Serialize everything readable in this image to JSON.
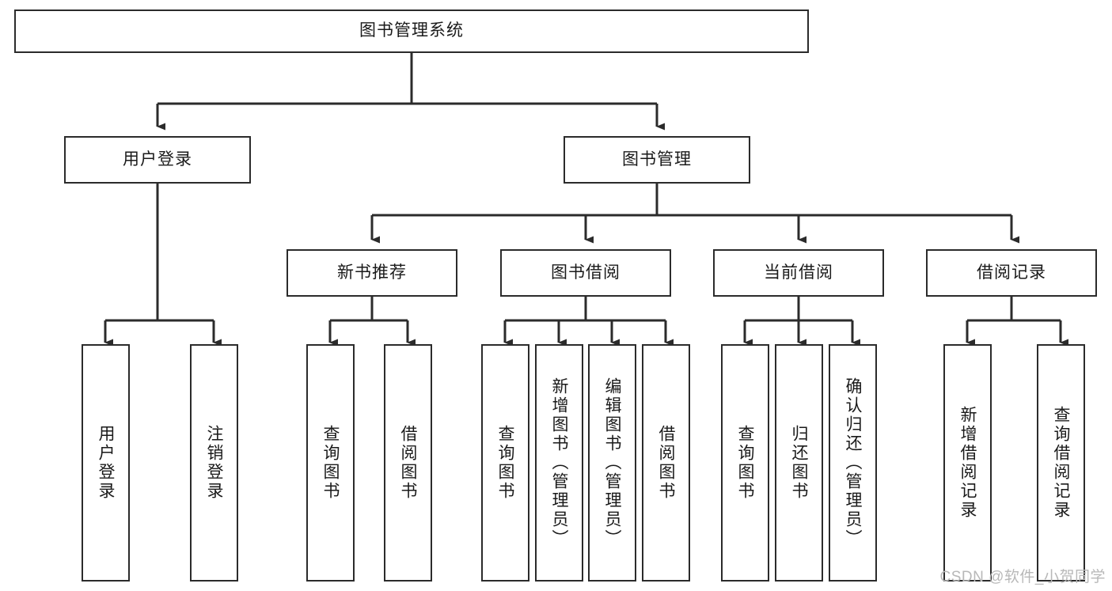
{
  "diagram": {
    "title": "图书管理系统",
    "type": "tree-hierarchy-diagram",
    "watermark": "CSDN @软件_小贺同学",
    "colors": {
      "box_border": "#2b2b2b",
      "box_fill": "#ffffff",
      "edge": "#2b2b2b",
      "text": "#1a1a1a",
      "watermark": "#b8b8b8",
      "background": "#ffffff"
    },
    "nodes": {
      "root": {
        "label": "图书管理系统"
      },
      "level2": [
        {
          "id": "user-login",
          "label": "用户登录"
        },
        {
          "id": "book-management",
          "label": "图书管理"
        }
      ],
      "level3": [
        {
          "id": "new-book-recommend",
          "label": "新书推荐"
        },
        {
          "id": "book-borrow",
          "label": "图书借阅"
        },
        {
          "id": "current-borrow",
          "label": "当前借阅"
        },
        {
          "id": "borrow-record",
          "label": "借阅记录"
        }
      ],
      "leaves": {
        "user-login": [
          {
            "id": "leaf-user-login",
            "label": "用户登录"
          },
          {
            "id": "leaf-user-logout",
            "label": "注销登录"
          }
        ],
        "new-book-recommend": [
          {
            "id": "leaf-query-book-1",
            "label": "查询图书"
          },
          {
            "id": "leaf-borrow-book-1",
            "label": "借阅图书"
          }
        ],
        "book-borrow": [
          {
            "id": "leaf-query-book-2",
            "label": "查询图书"
          },
          {
            "id": "leaf-add-book",
            "label": "新增图书（管理员）"
          },
          {
            "id": "leaf-edit-book",
            "label": "编辑图书（管理员）"
          },
          {
            "id": "leaf-borrow-book-2",
            "label": "借阅图书"
          }
        ],
        "current-borrow": [
          {
            "id": "leaf-query-book-3",
            "label": "查询图书"
          },
          {
            "id": "leaf-return-book",
            "label": "归还图书"
          },
          {
            "id": "leaf-confirm-return",
            "label": "确认归还（管理员）"
          }
        ],
        "borrow-record": [
          {
            "id": "leaf-add-record",
            "label": "新增借阅记录"
          },
          {
            "id": "leaf-query-record",
            "label": "查询借阅记录"
          }
        ]
      }
    }
  }
}
